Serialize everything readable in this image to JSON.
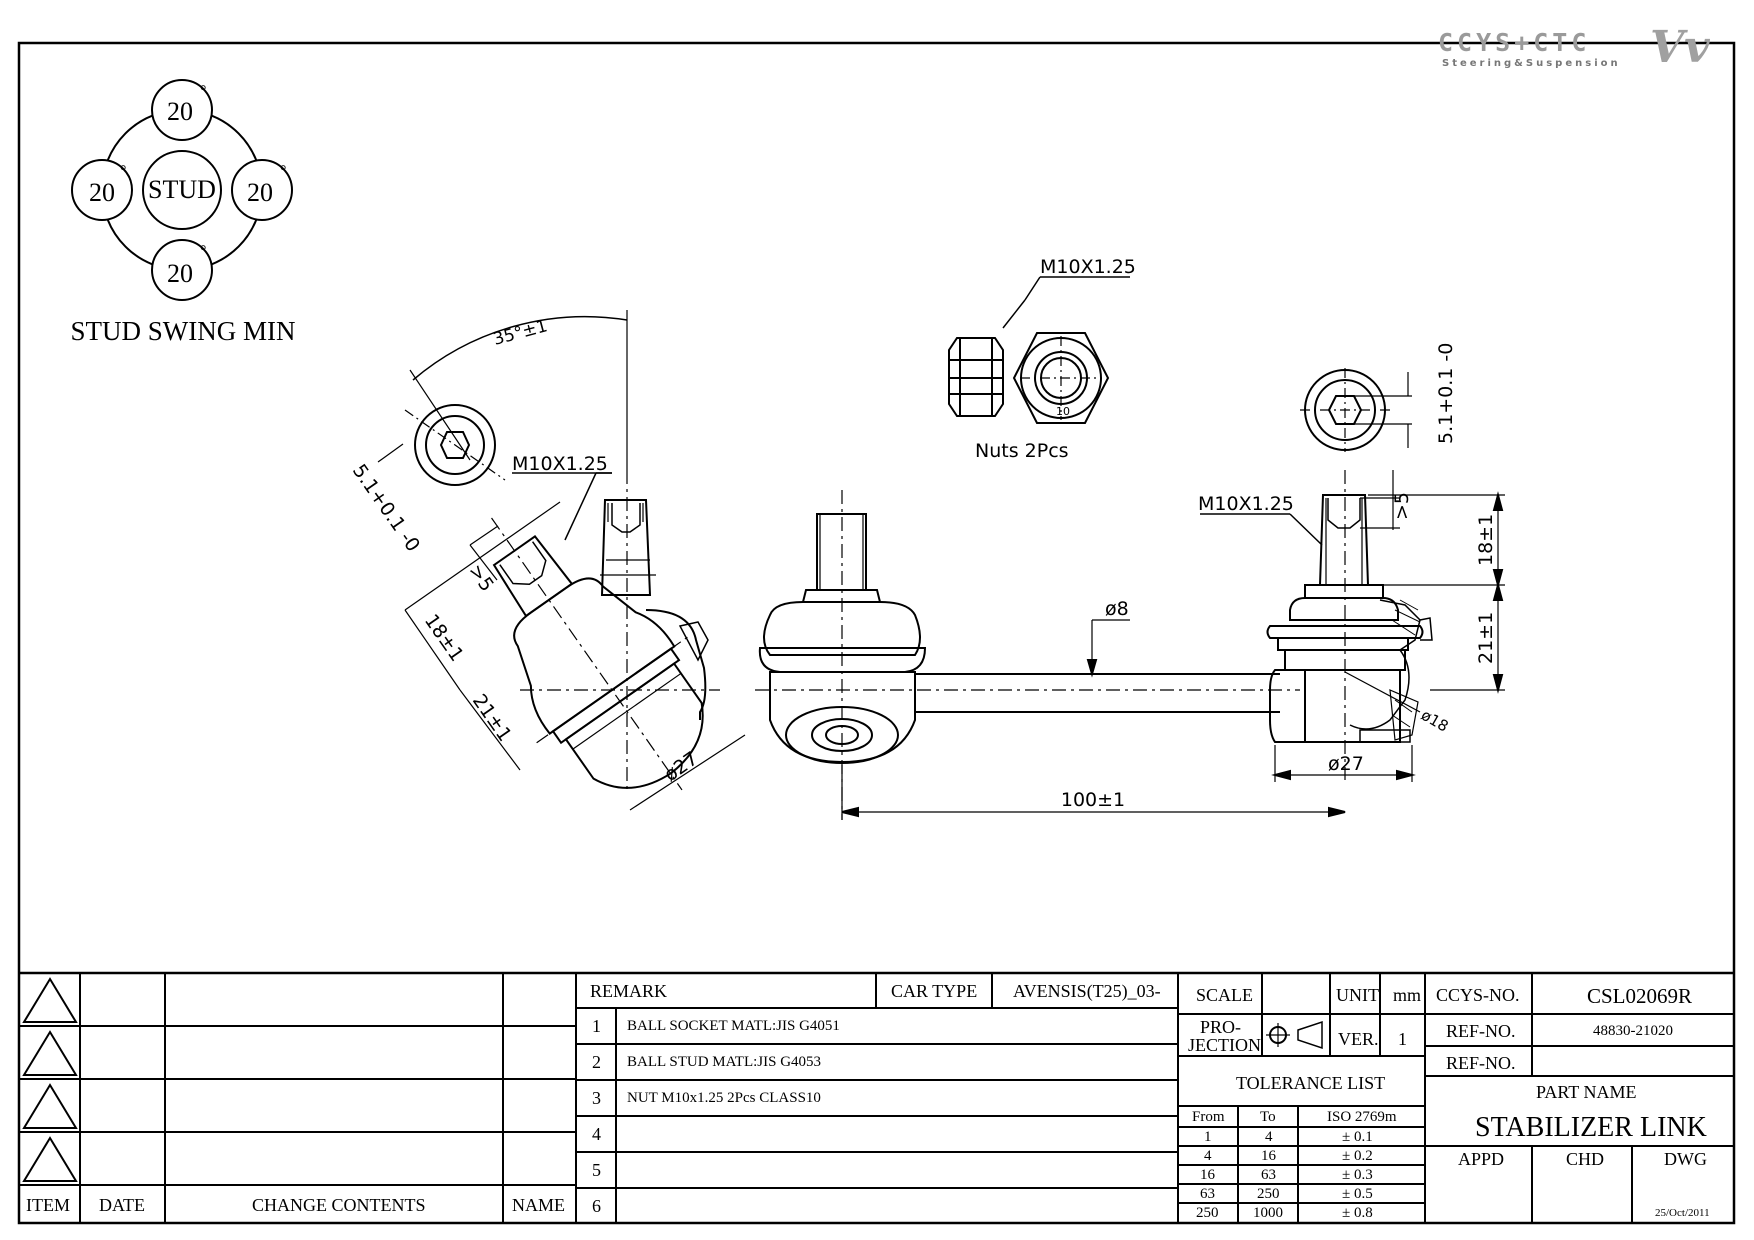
{
  "logo": {
    "brand": "CCYS+CTC",
    "tagline": "Steering&Suspension"
  },
  "swing_diagram": {
    "center": "STUD",
    "angles": [
      "20",
      "20",
      "20",
      "20"
    ],
    "degree_mark": "°",
    "caption": "STUD SWING MIN"
  },
  "dimensions": {
    "angle": "35°±1",
    "thread_left": "M10X1.25",
    "thread_nut": "M10X1.25",
    "thread_right": "M10X1.25",
    "hex_tol_left": "5.1+0.1 -0",
    "hex_tol_right": "5.1+0.1 -0",
    "min5_left": ">5",
    "min5_right": ">5",
    "h18_left": "18±1",
    "h21_left": "21±1",
    "h18_right": "18±1",
    "h21_right": "21±1",
    "dia27_left": "ø27",
    "dia27_right": "ø27",
    "dia8": "ø8",
    "dia18": "ø18",
    "length": "100±1",
    "nut_size": "10",
    "nuts_caption": "Nuts 2Pcs"
  },
  "revision_table": {
    "headers": [
      "ITEM",
      "DATE",
      "CHANGE CONTENTS",
      "NAME"
    ]
  },
  "remarks": {
    "header": "REMARK",
    "car_type_label": "CAR TYPE",
    "car_type_value": "AVENSIS(T25)_03-",
    "rows": [
      {
        "no": "1",
        "text": "BALL SOCKET MATL:JIS G4051"
      },
      {
        "no": "2",
        "text": "BALL STUD MATL:JIS G4053"
      },
      {
        "no": "3",
        "text": "NUT M10x1.25 2Pcs CLASS10"
      },
      {
        "no": "4",
        "text": ""
      },
      {
        "no": "5",
        "text": ""
      },
      {
        "no": "6",
        "text": ""
      }
    ]
  },
  "title_block": {
    "scale_label": "SCALE",
    "unit_label": "UNIT",
    "unit_value": "mm",
    "projection_label_1": "PRO-",
    "projection_label_2": "JECTION",
    "ver_label": "VER.",
    "ver_value": "1",
    "tolerance_title": "TOLERANCE LIST",
    "tolerance_headers": [
      "From",
      "To",
      "ISO 2769m"
    ],
    "tolerance_rows": [
      [
        "1",
        "4",
        "± 0.1"
      ],
      [
        "4",
        "16",
        "± 0.2"
      ],
      [
        "16",
        "63",
        "± 0.3"
      ],
      [
        "63",
        "250",
        "± 0.5"
      ],
      [
        "250",
        "1000",
        "± 0.8"
      ]
    ],
    "ccys_no_label": "CCYS-NO.",
    "ccys_no_value": "CSL02069R",
    "ref_no_label_1": "REF-NO.",
    "ref_no_value_1": "48830-21020",
    "ref_no_label_2": "REF-NO.",
    "ref_no_value_2": "",
    "part_name_label": "PART NAME",
    "part_name_value": "STABILIZER LINK",
    "appd_label": "APPD",
    "chd_label": "CHD",
    "dwg_label": "DWG",
    "date": "25/Oct/2011"
  }
}
